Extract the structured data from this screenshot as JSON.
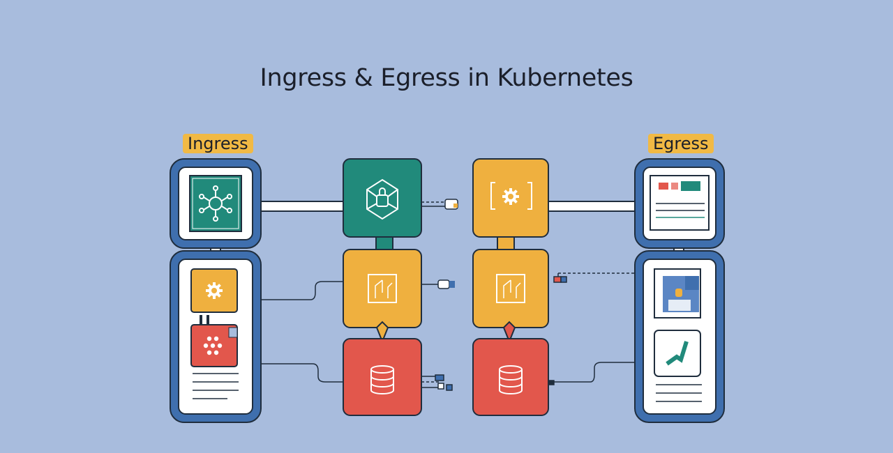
{
  "title": "Ingress & Egress in Kubernetes",
  "labels": {
    "ingress": "Ingress",
    "egress": "Egress"
  },
  "colors": {
    "background": "#a8bcdd",
    "frame": "#3f6fae",
    "teal": "#218a7b",
    "amber": "#efb03f",
    "red": "#e2574c",
    "panel": "#ffffff",
    "ink": "#1f2d3d"
  },
  "icons": {
    "ingress_top": "network-icon",
    "ingress_gear": "gear-icon",
    "ingress_dots": "cluster-icon",
    "center_teal": "network-icon",
    "center_gear": "gear-icon",
    "center_route": "route-icon",
    "center_db": "database-icon",
    "egress_top": "document-icon",
    "egress_image": "image-icon",
    "egress_check": "check-icon"
  }
}
